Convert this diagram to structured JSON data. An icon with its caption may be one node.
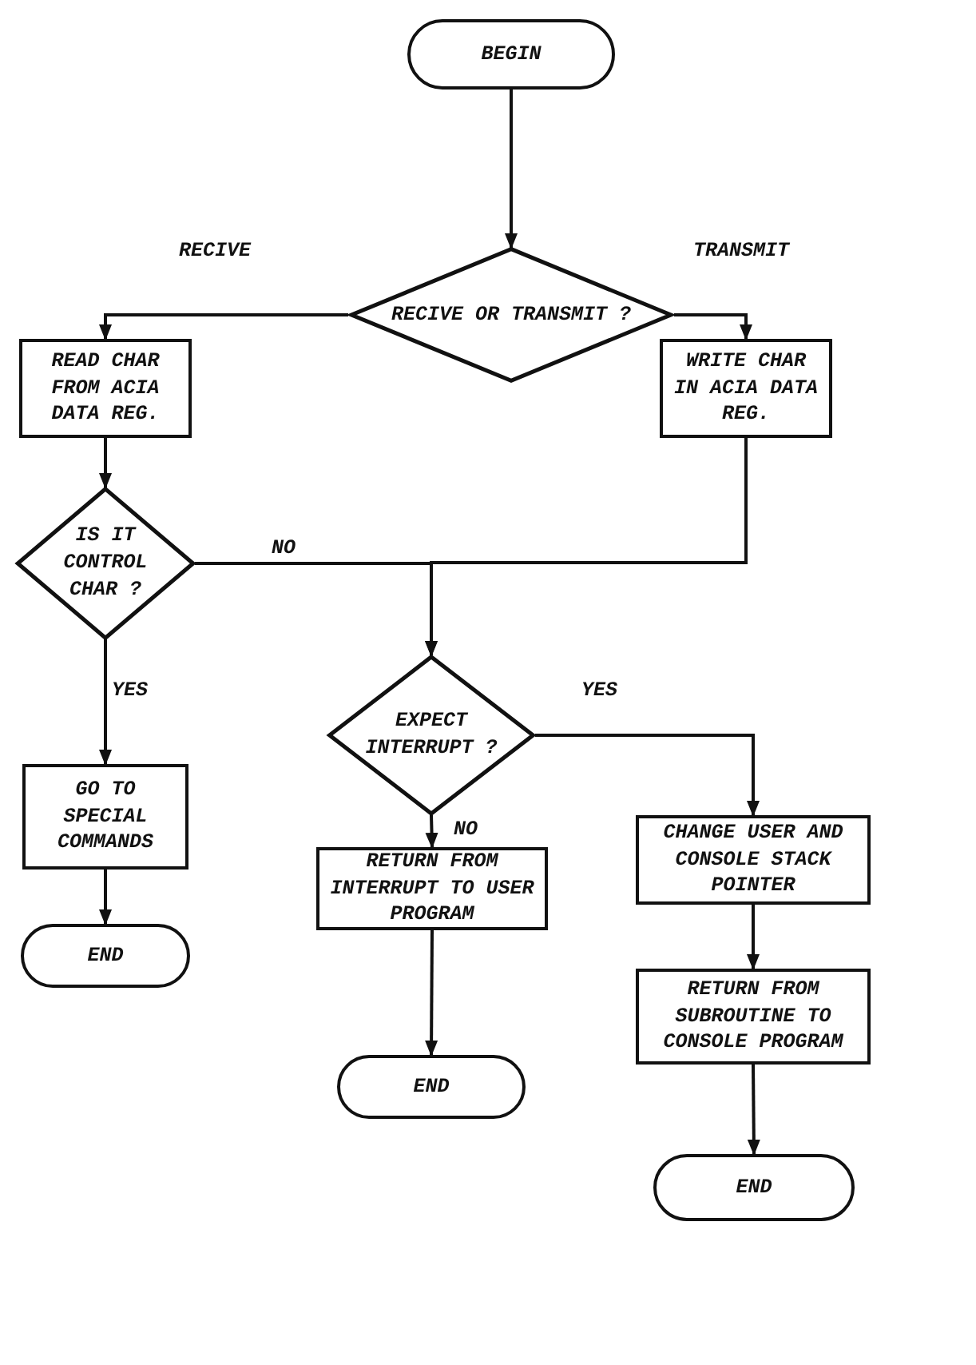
{
  "diagram": {
    "nodes": [
      {
        "text": [
          "BEGIN"
        ]
      },
      {
        "text": [
          "RECIVE OR TRANSMIT ?"
        ]
      },
      {
        "text": [
          "READ CHAR FROM ACIA DATA REG."
        ]
      },
      {
        "text": [
          "WRITE CHAR IN ACIA DATA REG."
        ]
      },
      {
        "text": [
          "IS IT CONTROL CHAR ?"
        ]
      },
      {
        "text": [
          "EXPECT INTERRUPT ?"
        ]
      },
      {
        "text": [
          "GO TO SPECIAL COMMANDS"
        ]
      },
      {
        "text": [
          "END"
        ]
      },
      {
        "text": [
          "RETURN FROM INTERRUPT TO USER PROGRAM"
        ]
      },
      {
        "text": [
          "CHANGE USER AND CONSOLE STACK POINTER"
        ]
      },
      {
        "text": [
          "END"
        ]
      },
      {
        "text": [
          "RETURN FROM SUBROUTINE TO CONSOLE PROGRAM"
        ]
      },
      {
        "text": [
          "END"
        ]
      }
    ],
    "edges": [
      {
        "from": 0,
        "to": 1,
        "arrow": "to"
      },
      {
        "from": 1,
        "to": 2,
        "arrow": "to",
        "label": "RECIVE"
      },
      {
        "from": 1,
        "to": 3,
        "arrow": "to",
        "label": "TRANSMIT"
      },
      {
        "from": 2,
        "to": 4,
        "arrow": "to"
      },
      {
        "from": 4,
        "to": 5,
        "arrow": "to",
        "label": "NO"
      },
      {
        "from": 3,
        "to": 5,
        "arrow": "to"
      },
      {
        "from": 4,
        "to": 6,
        "arrow": "to",
        "label": "YES"
      },
      {
        "from": 6,
        "to": 7,
        "arrow": "to"
      },
      {
        "from": 5,
        "to": 9,
        "arrow": "to",
        "label": "YES"
      },
      {
        "from": 5,
        "to": 8,
        "arrow": "to",
        "label": "NO"
      },
      {
        "from": 8,
        "to": 10,
        "arrow": "to"
      },
      {
        "from": 9,
        "to": 11,
        "arrow": "to"
      },
      {
        "from": 11,
        "to": 12,
        "arrow": "to"
      }
    ]
  }
}
